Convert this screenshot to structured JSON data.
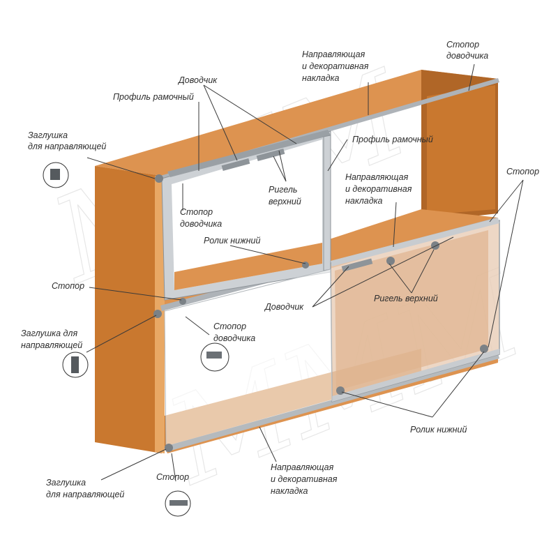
{
  "watermark": "MMM",
  "colors": {
    "wood": "#c9782f",
    "wood_light": "#dd9350",
    "aluminium": "#c8ccd0",
    "glass": "#e9cdb6"
  },
  "labels": {
    "top_track": [
      "Направляющая",
      "и декоративная",
      "накладка"
    ],
    "stopper_closer_top": [
      "Стопор",
      "доводчика"
    ],
    "closer_top": "Доводчик",
    "frame_profile_left": "Профиль рамочный",
    "end_cap_top": [
      "Заглушка",
      "для направляющей"
    ],
    "frame_profile_right": "Профиль рамочный",
    "stopper_right": "Стопор",
    "middle_track": [
      "Направляющая",
      "и декоративная",
      "накладка"
    ],
    "stopper_closer_left": [
      "Стопор",
      "доводчика"
    ],
    "top_runner_left": [
      "Ригель",
      "верхний"
    ],
    "bottom_roller_left": "Ролик нижний",
    "stopper_left": "Стопор",
    "closer_middle": "Доводчик",
    "top_runner_right": "Ригель верхний",
    "end_cap_middle": [
      "Заглушка для",
      "направляющей"
    ],
    "stopper_closer_bottom": [
      "Стопор",
      "доводчика"
    ],
    "bottom_roller_right": "Ролик нижний",
    "bottom_track": [
      "Направляющая",
      "и декоративная",
      "накладка"
    ],
    "end_cap_bottom": [
      "Заглушка",
      "для направляющей"
    ],
    "stopper_bottom": "Стопор"
  }
}
